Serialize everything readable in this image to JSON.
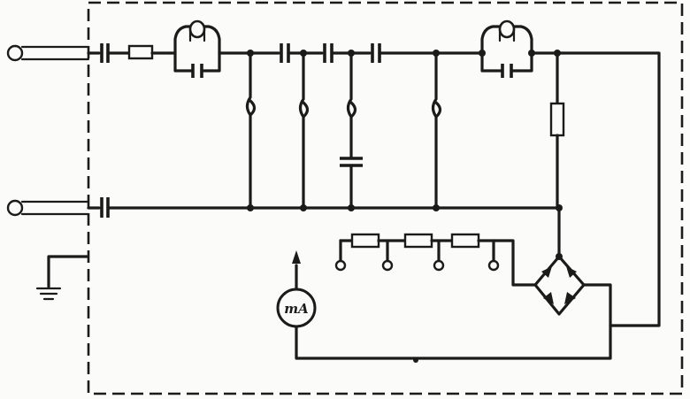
{
  "figure": {
    "meter_label": "mA",
    "line_color": "#1b1b1b",
    "background": "#fbfbf9",
    "components": {
      "inputs": [
        "coax-connector",
        "coax-connector"
      ],
      "crystal_filters": 2,
      "inductors": 4,
      "resistor_divider": 3,
      "switch_taps": 4,
      "rectifier": "diode-bridge",
      "meter": "milliammeter",
      "ground": "ground-symbol",
      "enclosure": "dashed-shield"
    }
  }
}
